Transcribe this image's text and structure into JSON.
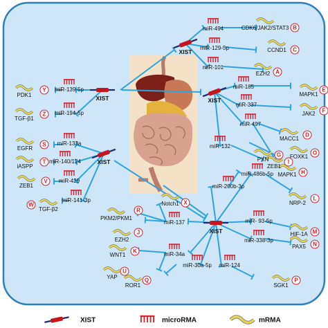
{
  "legend": {
    "xist": "XIST",
    "microrna": "microRMA",
    "mrna": "mRMA"
  },
  "colors": {
    "background": "#cfe6f8",
    "border": "#2a7fbf",
    "connector": "#2ea3dc",
    "xist_red": "#c4161c",
    "xist_dark": "#1f2a6e",
    "mirna": "#d21f2b",
    "mrna": "#e8d84a",
    "mrna_outline": "#7a7a7a",
    "badge": "#d21f2b"
  },
  "icons": {
    "xist": "xist-rna-icon",
    "microrna": "microrna-hairpin-icon",
    "mrna": "mrna-wave-icon",
    "organs": "digestive-organs-illustration"
  },
  "hubs": [
    "XIST",
    "XIST",
    "XIST",
    "XIST",
    "XIST"
  ],
  "mirnas": [
    "miR-494",
    "miR-129-5p",
    "miR-101",
    "miR-139-5p",
    "miR-194-5p",
    "miR-185",
    "miR-337",
    "miR-497",
    "miR-133a",
    "miR-132",
    "miR-140/124",
    "miR-429",
    "miR-200b-3p",
    "miR-486b-5p",
    "miR-141-3p",
    "miR-137",
    "miR- 93-5p",
    "miR-34a",
    "miR-338-3p",
    "miR-30a-5p",
    "miR-124"
  ],
  "genes": [
    "CDK6/JAK2/STAT3",
    "CCND1",
    "EZH2",
    "PDK1",
    "MAPK1",
    "TGF-β1",
    "JAK2",
    "EGFR",
    "MACC1",
    "iASPP",
    "FOXK1",
    "PXN",
    "ZEB1",
    "MAPK1",
    "ZEB1",
    "TGF-β2",
    "NRP-2",
    "Notch1",
    "PKM2/PKM1",
    "EZH2",
    "HIF-1A",
    "WNT1",
    "PAX5",
    "YAP",
    "ROR1",
    "SGK1"
  ],
  "badges": [
    "B",
    "C",
    "A",
    "Y",
    "E",
    "Z",
    "F",
    "S",
    "D",
    "T",
    "O",
    "G",
    "I",
    "H",
    "V",
    "W",
    "L",
    "X",
    "R",
    "J",
    "M",
    "K",
    "N",
    "U",
    "Q",
    "P"
  ]
}
